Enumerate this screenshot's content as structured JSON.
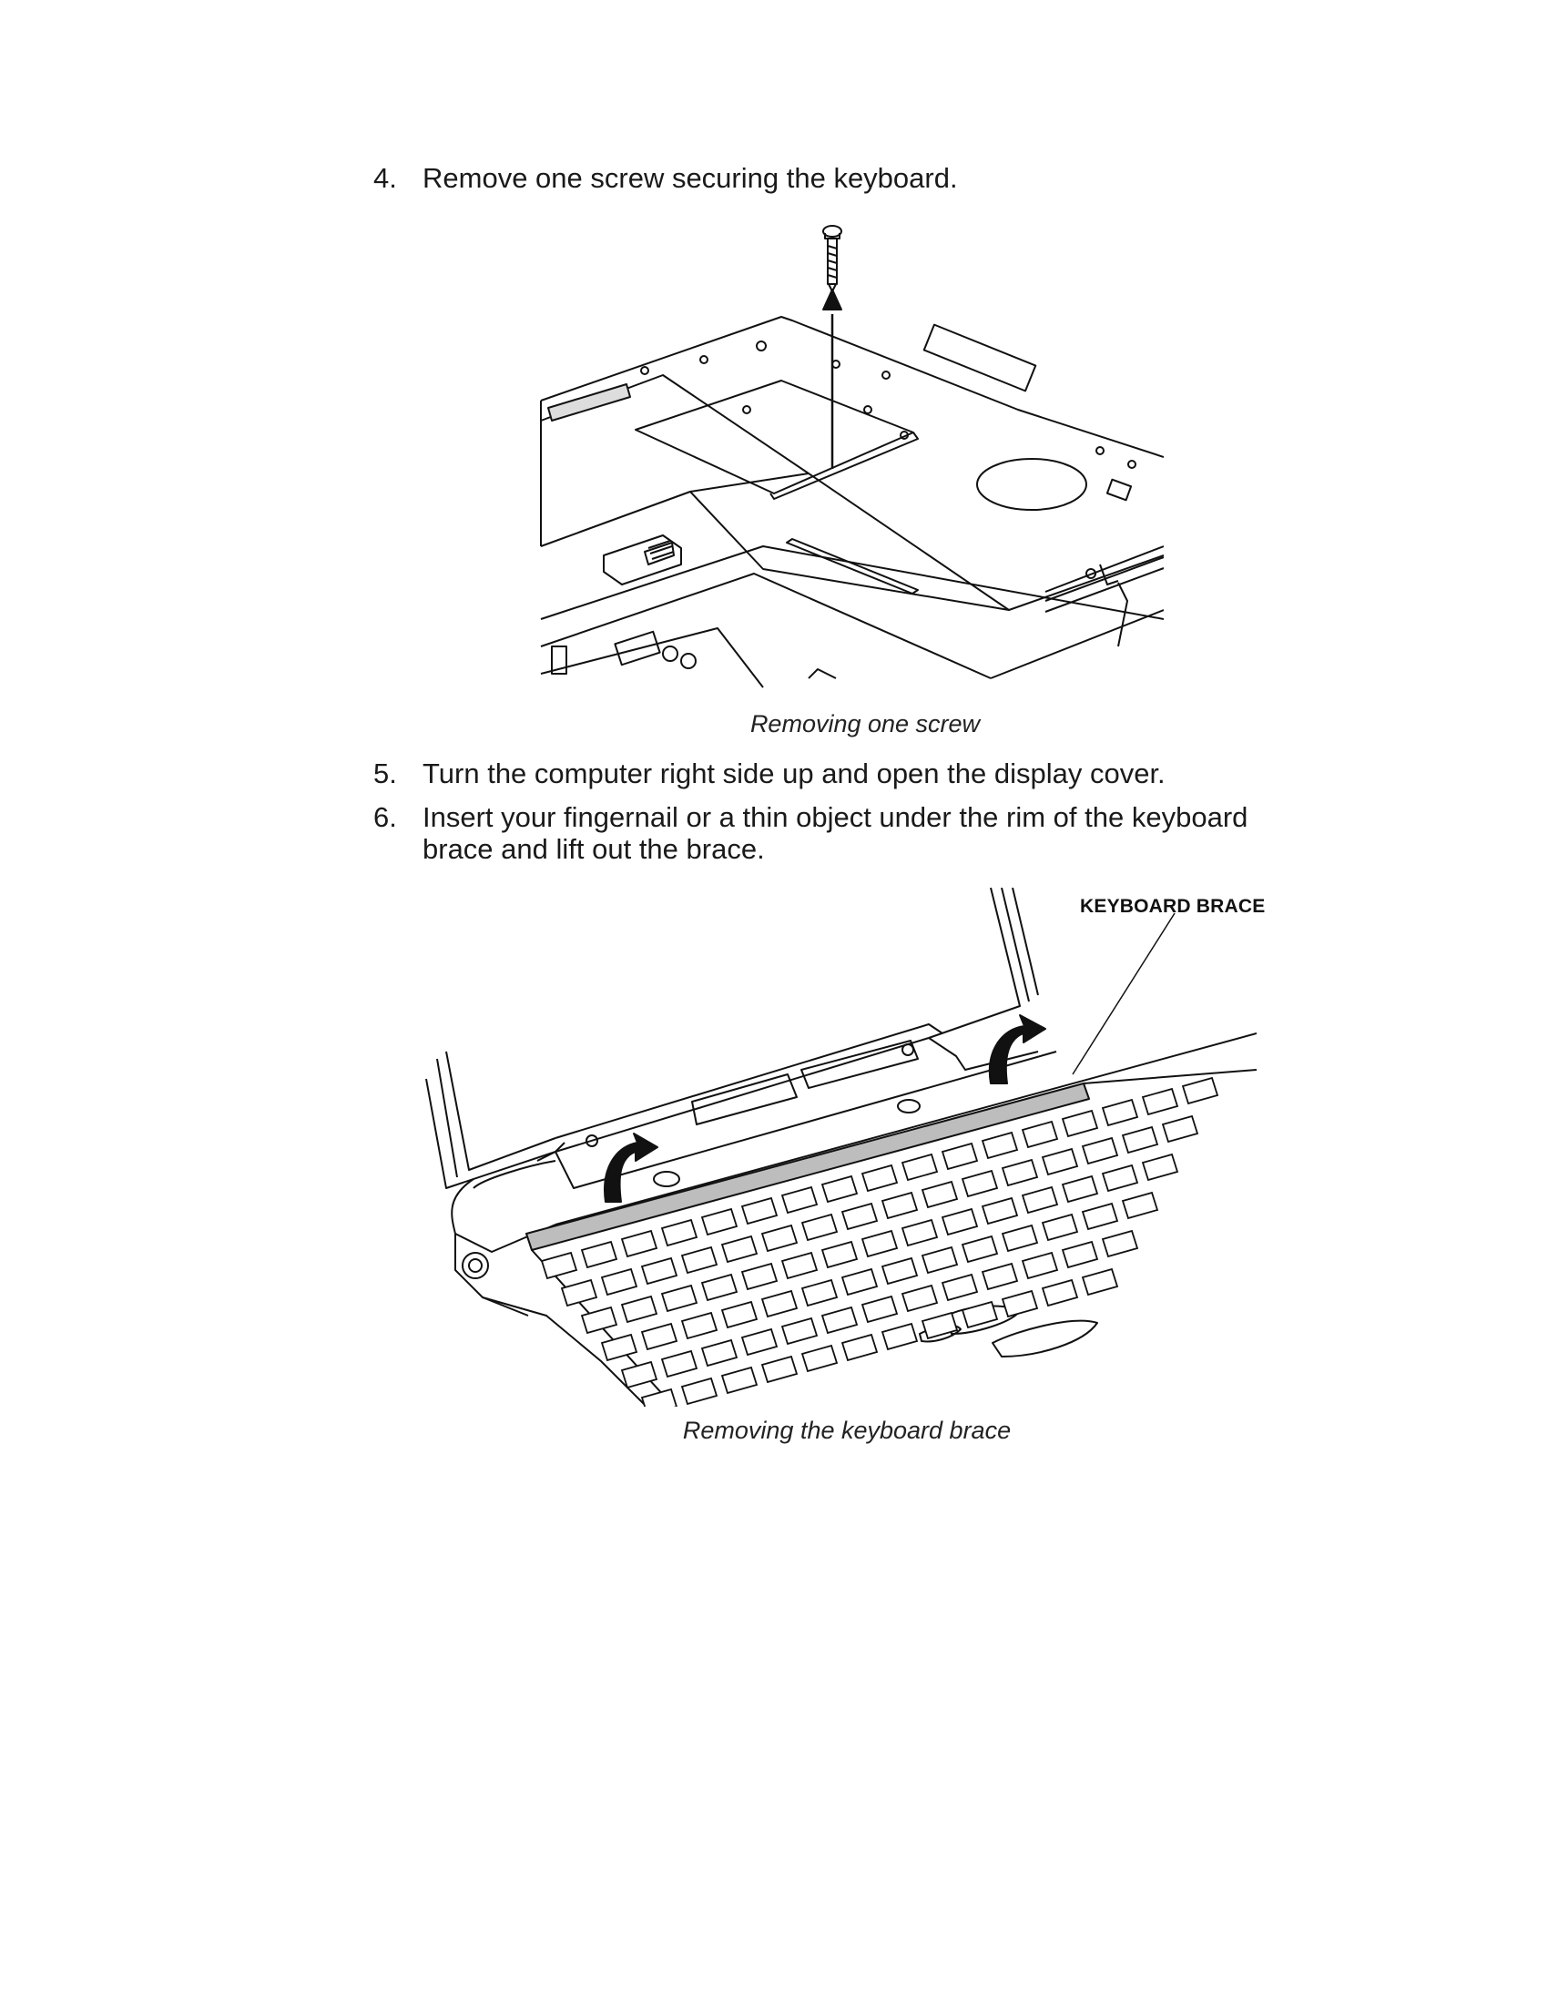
{
  "steps": [
    {
      "number": "4.",
      "text": "Remove one screw securing the keyboard."
    },
    {
      "number": "5.",
      "text": "Turn the computer right side up and open the display cover."
    },
    {
      "number": "6.",
      "text": "Insert your fingernail or a thin object under the rim of the keyboard brace and lift out the brace."
    }
  ],
  "figures": [
    {
      "caption": "Removing one screw"
    },
    {
      "caption": "Removing the keyboard brace",
      "callout": "KEYBOARD BRACE"
    }
  ]
}
